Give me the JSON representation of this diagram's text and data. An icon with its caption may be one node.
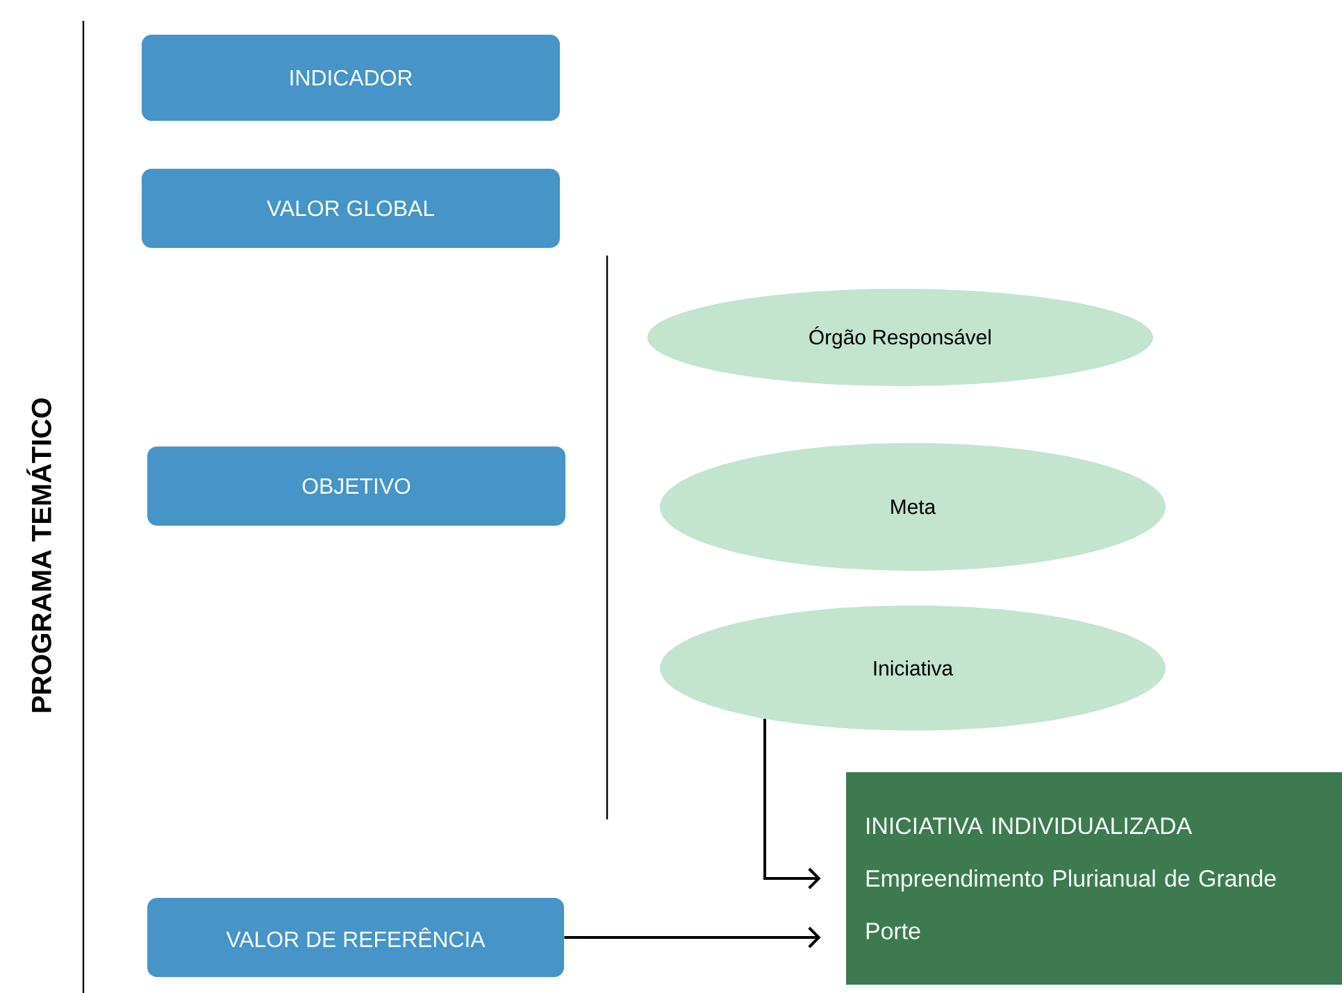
{
  "diagram": {
    "nodes": [
      {
        "text": [
          "INDICADOR"
        ]
      },
      {
        "text": [
          "VALOR GLOBAL"
        ]
      },
      {
        "text": [
          "OBJETIVO"
        ]
      },
      {
        "text": [
          "Órgão Responsável"
        ]
      },
      {
        "text": [
          "Meta"
        ]
      },
      {
        "text": [
          "Iniciativa"
        ]
      },
      {
        "text": [
          "VALOR DE REFERÊNCIA"
        ]
      },
      {
        "text": [
          "INICIATIVA INDIVIDUALIZADA",
          "Empreendimento Plurianual de Grande Porte"
        ]
      }
    ],
    "edges": [
      {
        "from": 5,
        "to": 7,
        "arrow": "to"
      },
      {
        "from": 6,
        "to": 7,
        "arrow": "to"
      }
    ],
    "labels": [
      "PROGRAMA TEMÁTICO"
    ]
  }
}
